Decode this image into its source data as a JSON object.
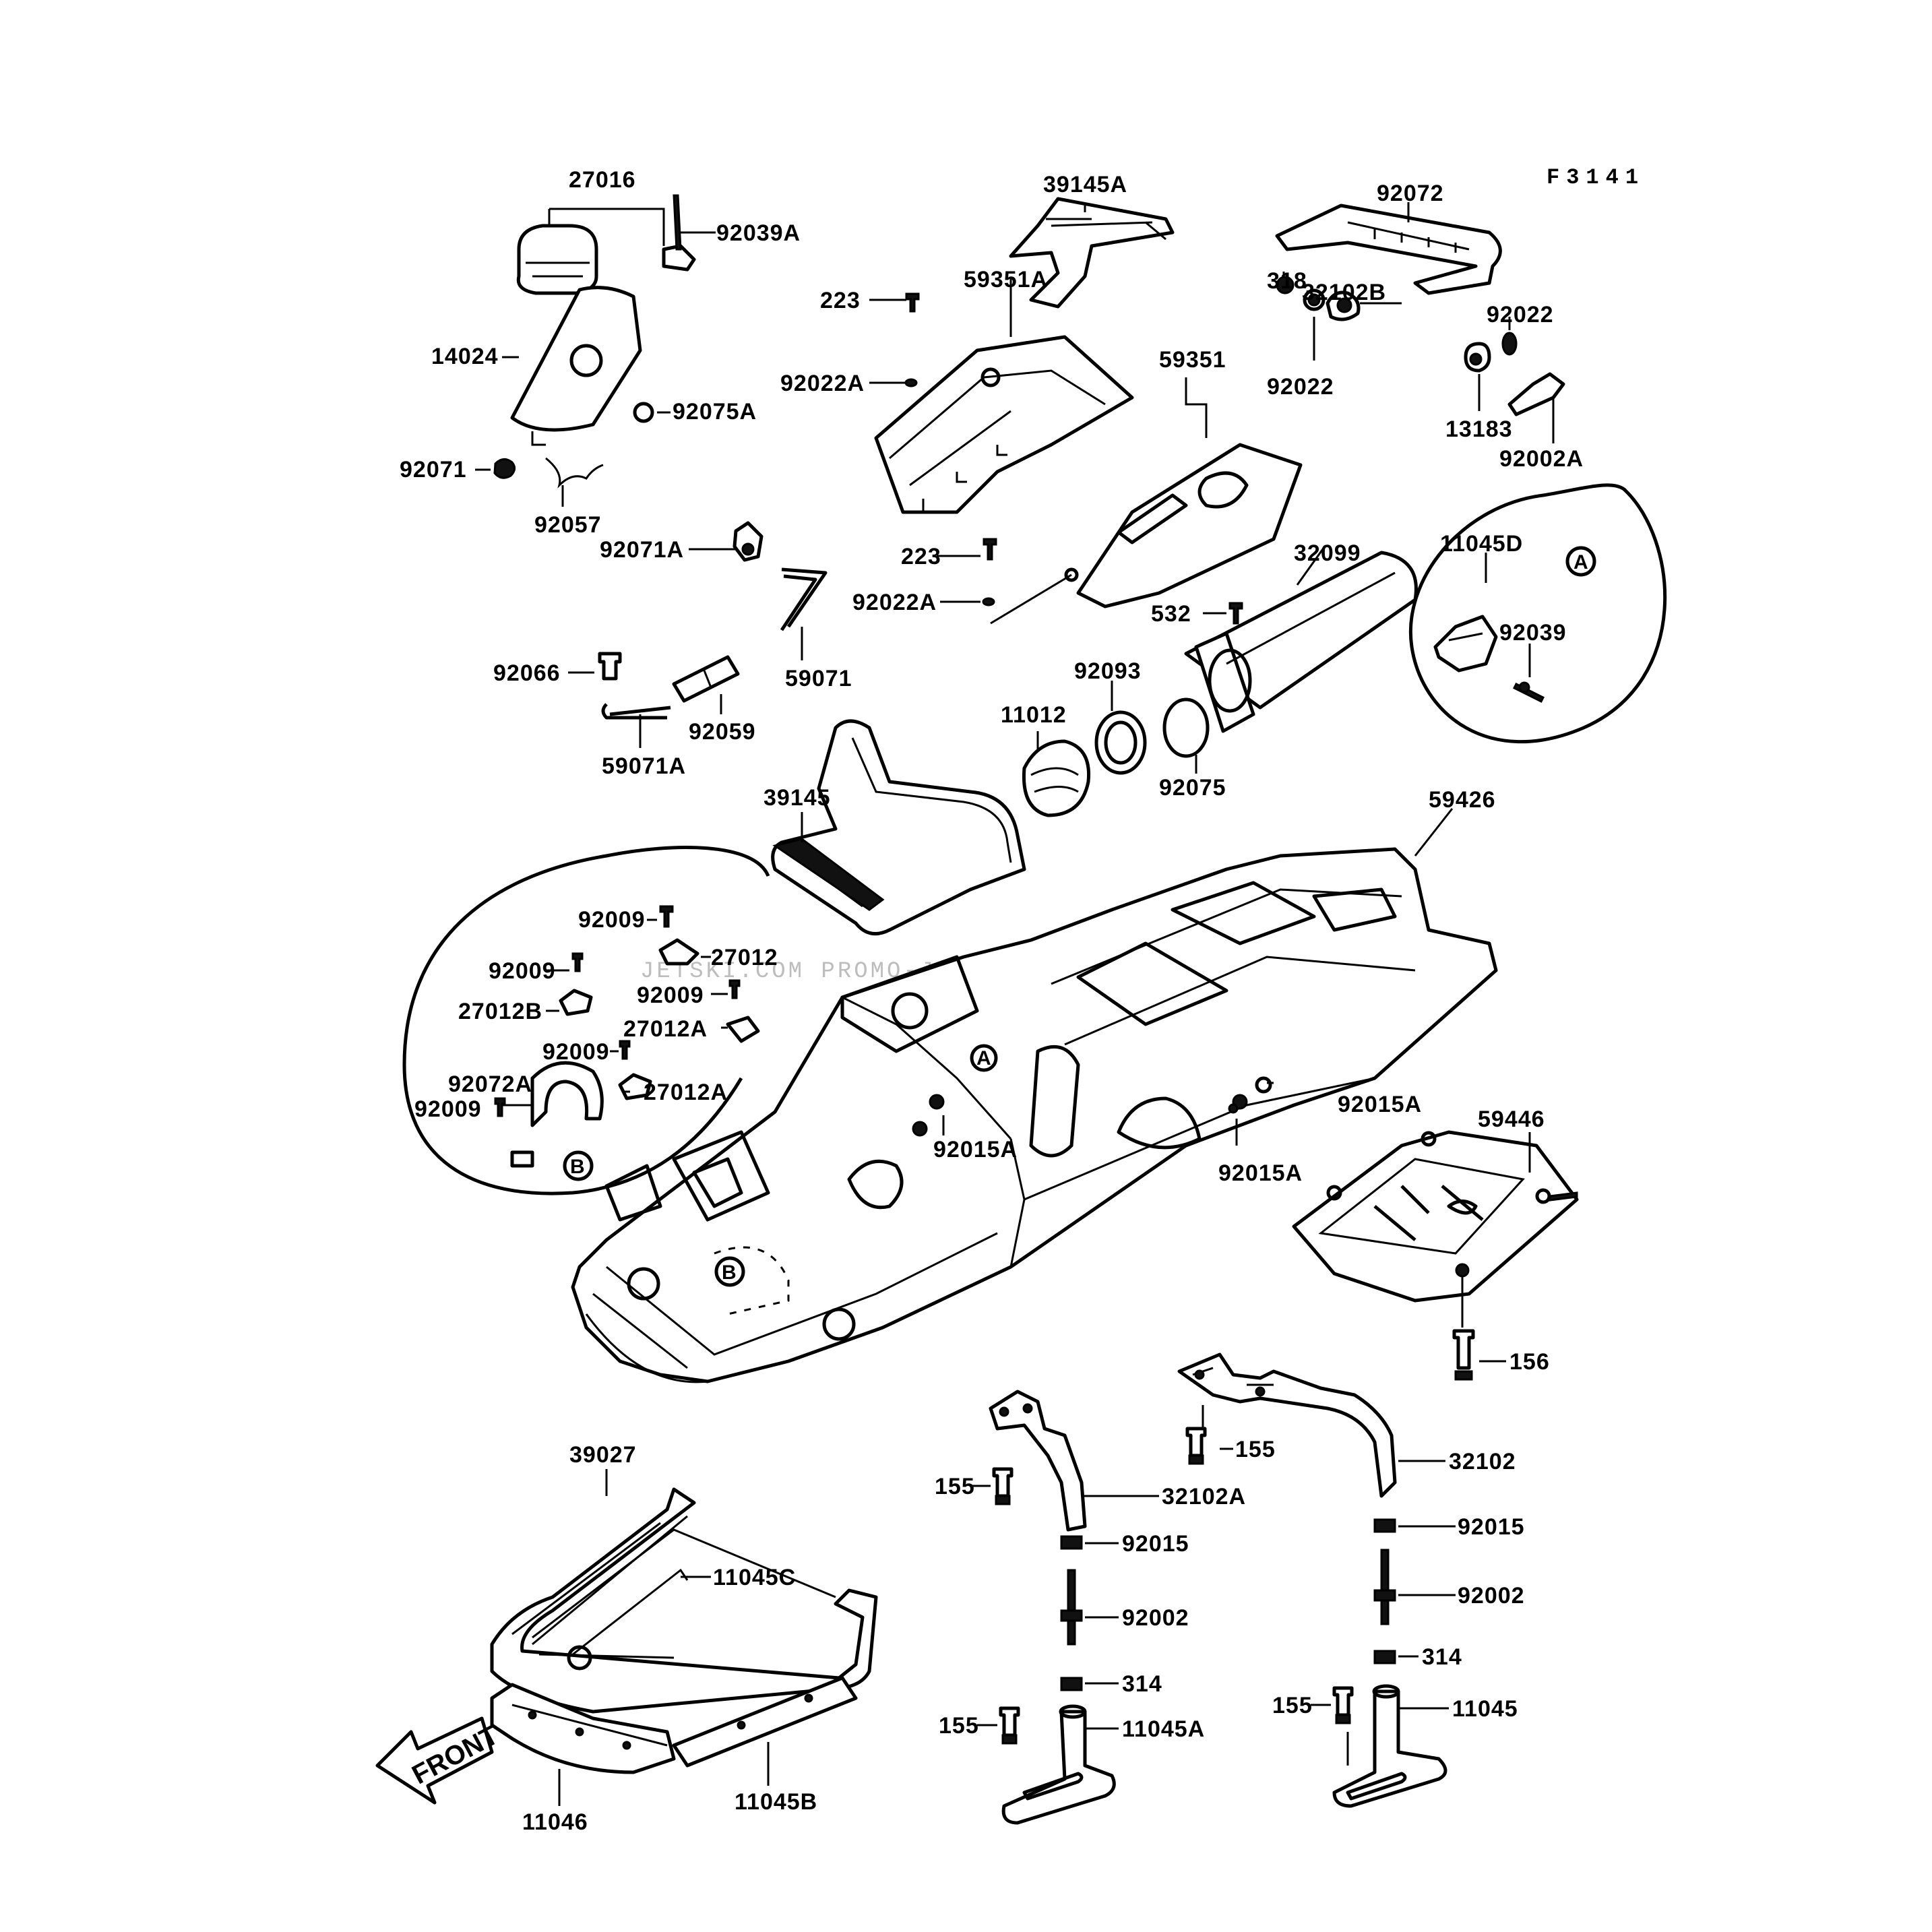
{
  "figure_id": "F3141",
  "watermark": "JETSKI.COM  PROMO-JETSKI.COM  PROMO-JETSKI.COM",
  "front_label": "FRONT",
  "detail_refs": {
    "a": "A",
    "b": "B"
  },
  "labels": {
    "p27016": "27016",
    "p92039A": "92039A",
    "p14024": "14024",
    "p92075A": "92075A",
    "p92071": "92071",
    "p92057": "92057",
    "p39145A": "39145A",
    "p59351A": "59351A",
    "p223a": "223",
    "p92022Aa": "92022A",
    "p59351": "59351",
    "p223b": "223",
    "p92022Ab": "92022A",
    "p92071A": "92071A",
    "p59071": "59071",
    "p92066": "92066",
    "p92059": "92059",
    "p59071A": "59071A",
    "p92072": "92072",
    "p318": "318",
    "p32102B": "32102B",
    "p92022a": "92022",
    "p92022b": "92022",
    "p13183": "13183",
    "p92002A": "92002A",
    "p32099": "32099",
    "p532": "532",
    "p11045D": "11045D",
    "p92039": "92039",
    "p92093": "92093",
    "p11012": "11012",
    "p92075": "92075",
    "p39145": "39145",
    "p59426": "59426",
    "p92009a": "92009",
    "p27012": "27012",
    "p92009b": "92009",
    "p92009c": "92009",
    "p27012B": "27012B",
    "p27012Aa": "27012A",
    "p92009d": "92009",
    "p92072A": "92072A",
    "p27012Ab": "27012A",
    "p92009e": "92009",
    "p92015Aa": "92015A",
    "p92015Ab": "92015A",
    "p92015Ac": "92015A",
    "p59446": "59446",
    "p156": "156",
    "p155a": "155",
    "p32102": "32102",
    "p155b": "155",
    "p32102A": "32102A",
    "p92015a": "92015",
    "p92015b": "92015",
    "p92002a": "92002",
    "p92002b": "92002",
    "p314a": "314",
    "p314b": "314",
    "p155c": "155",
    "p11045A": "11045A",
    "p155d": "155",
    "p11045": "11045",
    "p39027": "39027",
    "p11045C": "11045C",
    "p11046": "11046",
    "p11045B": "11045B"
  }
}
